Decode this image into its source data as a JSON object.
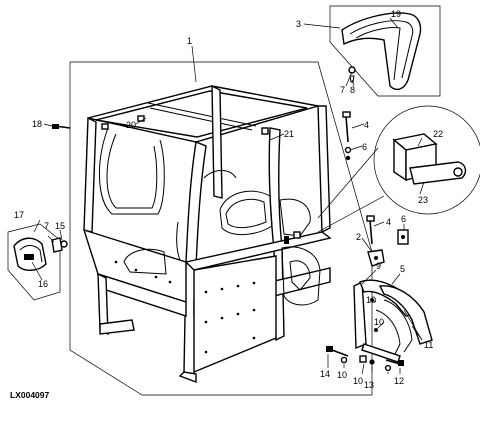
{
  "diagram": {
    "reference_code": "LX004097",
    "callouts": [
      {
        "id": "c1",
        "text": "1"
      },
      {
        "id": "c2",
        "text": "2"
      },
      {
        "id": "c3",
        "text": "3"
      },
      {
        "id": "c4a",
        "text": "4"
      },
      {
        "id": "c4b",
        "text": "4"
      },
      {
        "id": "c5",
        "text": "5"
      },
      {
        "id": "c6a",
        "text": "6"
      },
      {
        "id": "c6b",
        "text": "6"
      },
      {
        "id": "c7a",
        "text": "7"
      },
      {
        "id": "c7b",
        "text": "7"
      },
      {
        "id": "c8",
        "text": "8"
      },
      {
        "id": "c9",
        "text": "9"
      },
      {
        "id": "c10a",
        "text": "10"
      },
      {
        "id": "c10b",
        "text": "10"
      },
      {
        "id": "c10c",
        "text": "10"
      },
      {
        "id": "c10d",
        "text": "10"
      },
      {
        "id": "c11",
        "text": "11"
      },
      {
        "id": "c12",
        "text": "12"
      },
      {
        "id": "c13",
        "text": "13"
      },
      {
        "id": "c14",
        "text": "14"
      },
      {
        "id": "c15",
        "text": "15"
      },
      {
        "id": "c16",
        "text": "16"
      },
      {
        "id": "c17",
        "text": "17"
      },
      {
        "id": "c18",
        "text": "18"
      },
      {
        "id": "c19",
        "text": "19"
      },
      {
        "id": "c20",
        "text": "20"
      },
      {
        "id": "c21",
        "text": "21"
      },
      {
        "id": "c22",
        "text": "22"
      },
      {
        "id": "c23",
        "text": "23"
      }
    ]
  }
}
